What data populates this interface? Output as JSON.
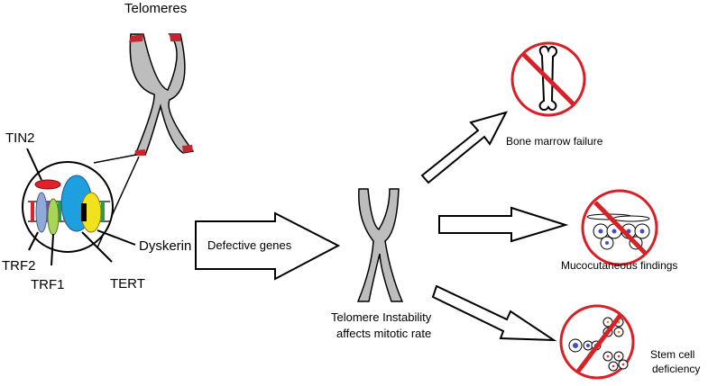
{
  "labels": {
    "telomeres": "Telomeres",
    "tin2": "TIN2",
    "dyskerin": "Dyskerin",
    "trf2": "TRF2",
    "trf1": "TRF1",
    "tert": "TERT",
    "defective_genes": "Defective genes",
    "instability_line1": "Telomere Instability",
    "instability_line2": "affects mitotic rate",
    "bone_marrow": "Bone marrow failure",
    "mucocutaneous": "Mucocutaneous findings",
    "stem_line1": "Stem cell",
    "stem_line2": "deficiency"
  },
  "colors": {
    "chromosome": "#bdbdbd",
    "telomere_cap": "#c0282d",
    "no_sign": "#d92026",
    "tin2": "#e0212a",
    "trf1": "#a8d45a",
    "trf2": "#8fa9d8",
    "dyskerin": "#f0e21e",
    "tert": "#1e9fe0",
    "cell_nucleus": "#3d4fc8"
  }
}
